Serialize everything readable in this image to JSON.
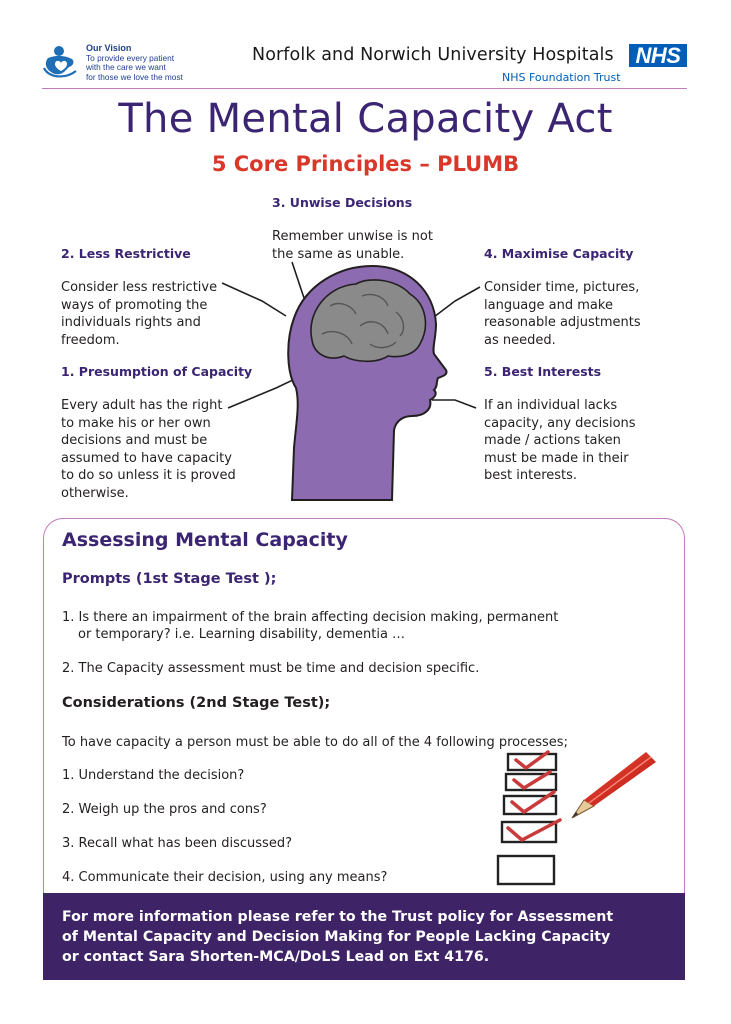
{
  "header": {
    "vision_title": "Our Vision",
    "vision_lines": [
      "To provide every patient",
      "with the care we want",
      "for those we love the most"
    ],
    "organisation": "Norfolk and Norwich University Hospitals",
    "nhs_logo": "NHS",
    "trust": "NHS Foundation Trust"
  },
  "title": "The Mental Capacity Act",
  "subtitle": "5 Core Principles – PLUMB",
  "principles": {
    "unwise": {
      "heading": "3. Unwise Decisions",
      "lines": [
        "Remember unwise is not",
        "the same as unable."
      ]
    },
    "less_restrictive": {
      "heading": "2. Less Restrictive",
      "lines": [
        "Consider less restrictive",
        "ways of promoting the",
        "individuals rights and",
        "freedom."
      ]
    },
    "maximise": {
      "heading": "4. Maximise Capacity",
      "lines": [
        "Consider time, pictures,",
        "language and make",
        "reasonable adjustments",
        "as needed."
      ]
    },
    "presumption": {
      "heading": "1. Presumption of Capacity",
      "lines": [
        "Every adult has the right",
        "to make his or her own",
        "decisions and must be",
        "assumed to have capacity",
        "to do so unless it is proved",
        "otherwise."
      ]
    },
    "best_interests": {
      "heading": "5. Best Interests",
      "lines": [
        "If an individual lacks",
        "capacity, any decisions",
        "made / actions taken",
        "must be made in their",
        "best interests."
      ]
    }
  },
  "assessment": {
    "title": "Assessing Mental Capacity",
    "prompts_heading": "Prompts (1st Stage Test );",
    "prompts": [
      {
        "line1": "1. Is there an impairment of the brain affecting decision making, permanent",
        "line2": "or temporary?  i.e. Learning disability, dementia …"
      },
      {
        "line1": "2. The Capacity assessment must be time and decision specific.",
        "line2": ""
      }
    ],
    "considerations_heading": "Considerations (2nd Stage Test);",
    "considerations_intro": "To have capacity a person must be able to do all of the 4 following processes;",
    "processes": [
      "1. Understand the decision?",
      "2. Weigh up the pros and cons?",
      "3. Recall what has been discussed?",
      "4. Communicate their decision, using any means?"
    ]
  },
  "footer": {
    "lines": [
      "For more information please refer to the Trust policy for Assessment",
      "of Mental Capacity and Decision Making for People Lacking Capacity",
      "or contact Sara Shorten-MCA/DoLS Lead on Ext 4176."
    ]
  },
  "colors": {
    "purple": "#3b2572",
    "red": "#d8372a",
    "nhs_blue": "#005eb8",
    "head_fill": "#8c6bb1",
    "brain_fill": "#8a8a8a",
    "footer_bg": "#3e2367",
    "accent_rule": "#c17cbf"
  },
  "icons": {
    "vision_logo": "people-heart-icon",
    "checklist": "checklist-pencil-icon"
  }
}
